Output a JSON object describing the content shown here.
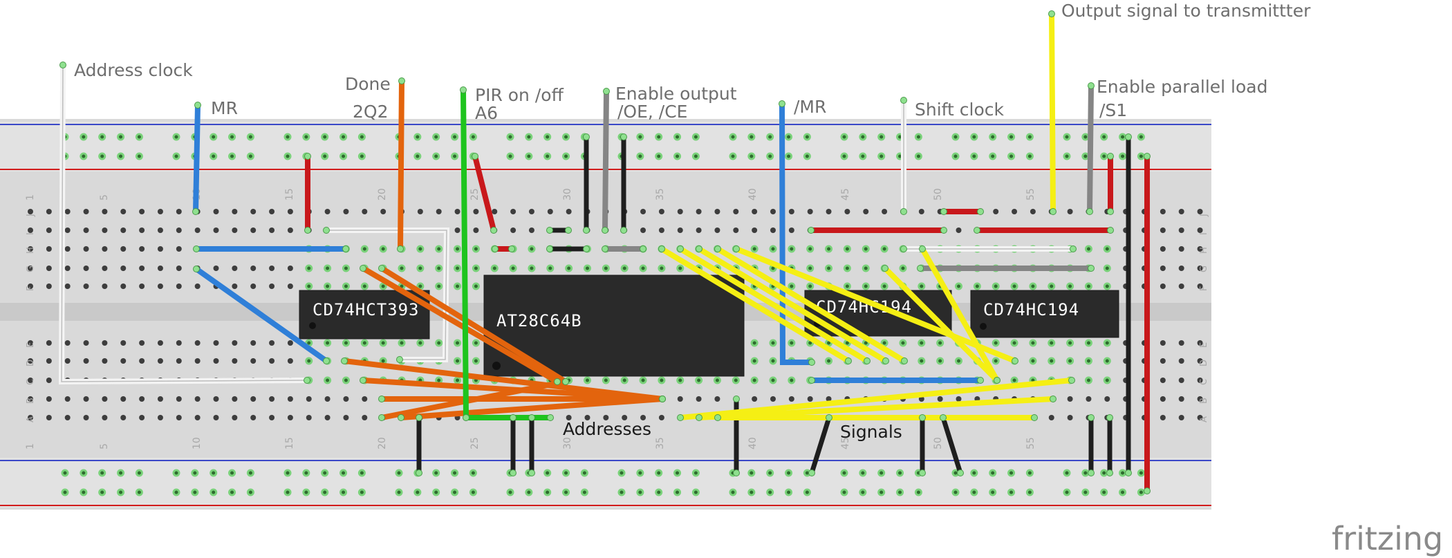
{
  "labels": {
    "address_clock": "Address clock",
    "mr": "MR",
    "done": "Done",
    "done_sub": "2Q2",
    "pir": "PIR on /off",
    "pir_sub": "A6",
    "enable_output": "Enable output",
    "enable_output_sub": "/OE, /CE",
    "not_mr": "/MR",
    "shift_clock": "Shift clock",
    "output_signal": "Output signal to transmittter",
    "enable_parallel": "Enable parallel load",
    "enable_parallel_sub": "/S1",
    "addresses": "Addresses",
    "signals": "Signals"
  },
  "chips": {
    "counter": "CD74HCT393",
    "eeprom": "AT28C64B",
    "shift1": "CD74HC194",
    "shift2": "CD74HC194"
  },
  "breadboard": {
    "column_numbers": [
      "1",
      "5",
      "10",
      "15",
      "20",
      "25",
      "30",
      "35",
      "40",
      "45",
      "50",
      "55"
    ],
    "row_letters_top": [
      "J",
      "I",
      "H",
      "G",
      "F"
    ],
    "row_letters_bottom": [
      "E",
      "D",
      "C",
      "B",
      "A"
    ]
  },
  "colors": {
    "wire_blue": "#2f7fd8",
    "wire_red": "#c8181b",
    "wire_orange": "#e3640d",
    "wire_green": "#1ec41e",
    "wire_yellow": "#f5ef14",
    "wire_white": "#f4f4f4",
    "wire_black": "#1e1e1e",
    "wire_gray": "#858585",
    "chip": "#2a2a2a",
    "board": "#d9d9d9"
  },
  "logo": "fritzing"
}
